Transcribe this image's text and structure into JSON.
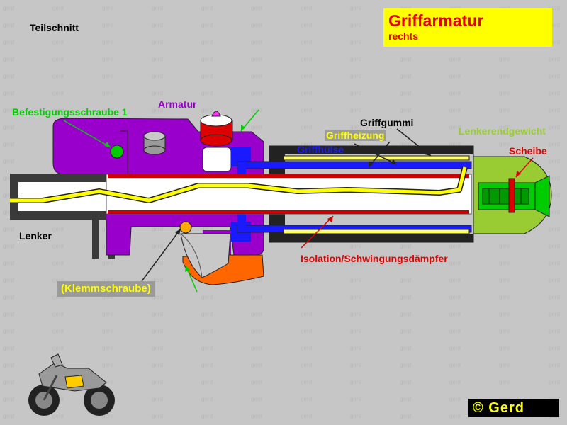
{
  "title": {
    "main": "Griffarmatur",
    "sub": "rechts"
  },
  "labels": {
    "teilschnitt": "Teilschnitt",
    "armatur": "Armatur",
    "befestigung": "Befestigungsschraube 1",
    "griffgummi": "Griffgummi",
    "griffheizung": "Griffheizung",
    "griffhuelse": "Griffhülse",
    "lenkerendgewicht": "Lenkerendgewicht",
    "scheibe": "Scheibe",
    "lenker": "Lenker",
    "isolation": "Isolation/Schwingungsdämpfer",
    "klemmschraube": "(Klemmschraube)"
  },
  "copyright": "© Gerd",
  "colors": {
    "background": "#c6c6c6",
    "armatur": "#9900cc",
    "heating_wire": "#ffff00",
    "sleeve": "#1a1aff",
    "insulation": "#cc0000",
    "bar_end_weight": "#99cc33",
    "screw_green": "#00cc00",
    "clamp_orange": "#ff6600",
    "title_bg": "#ffff00",
    "title_text": "#e60000"
  },
  "icons": {
    "motorcycle": "motorcycle-icon",
    "copyright": "copyright-icon"
  }
}
